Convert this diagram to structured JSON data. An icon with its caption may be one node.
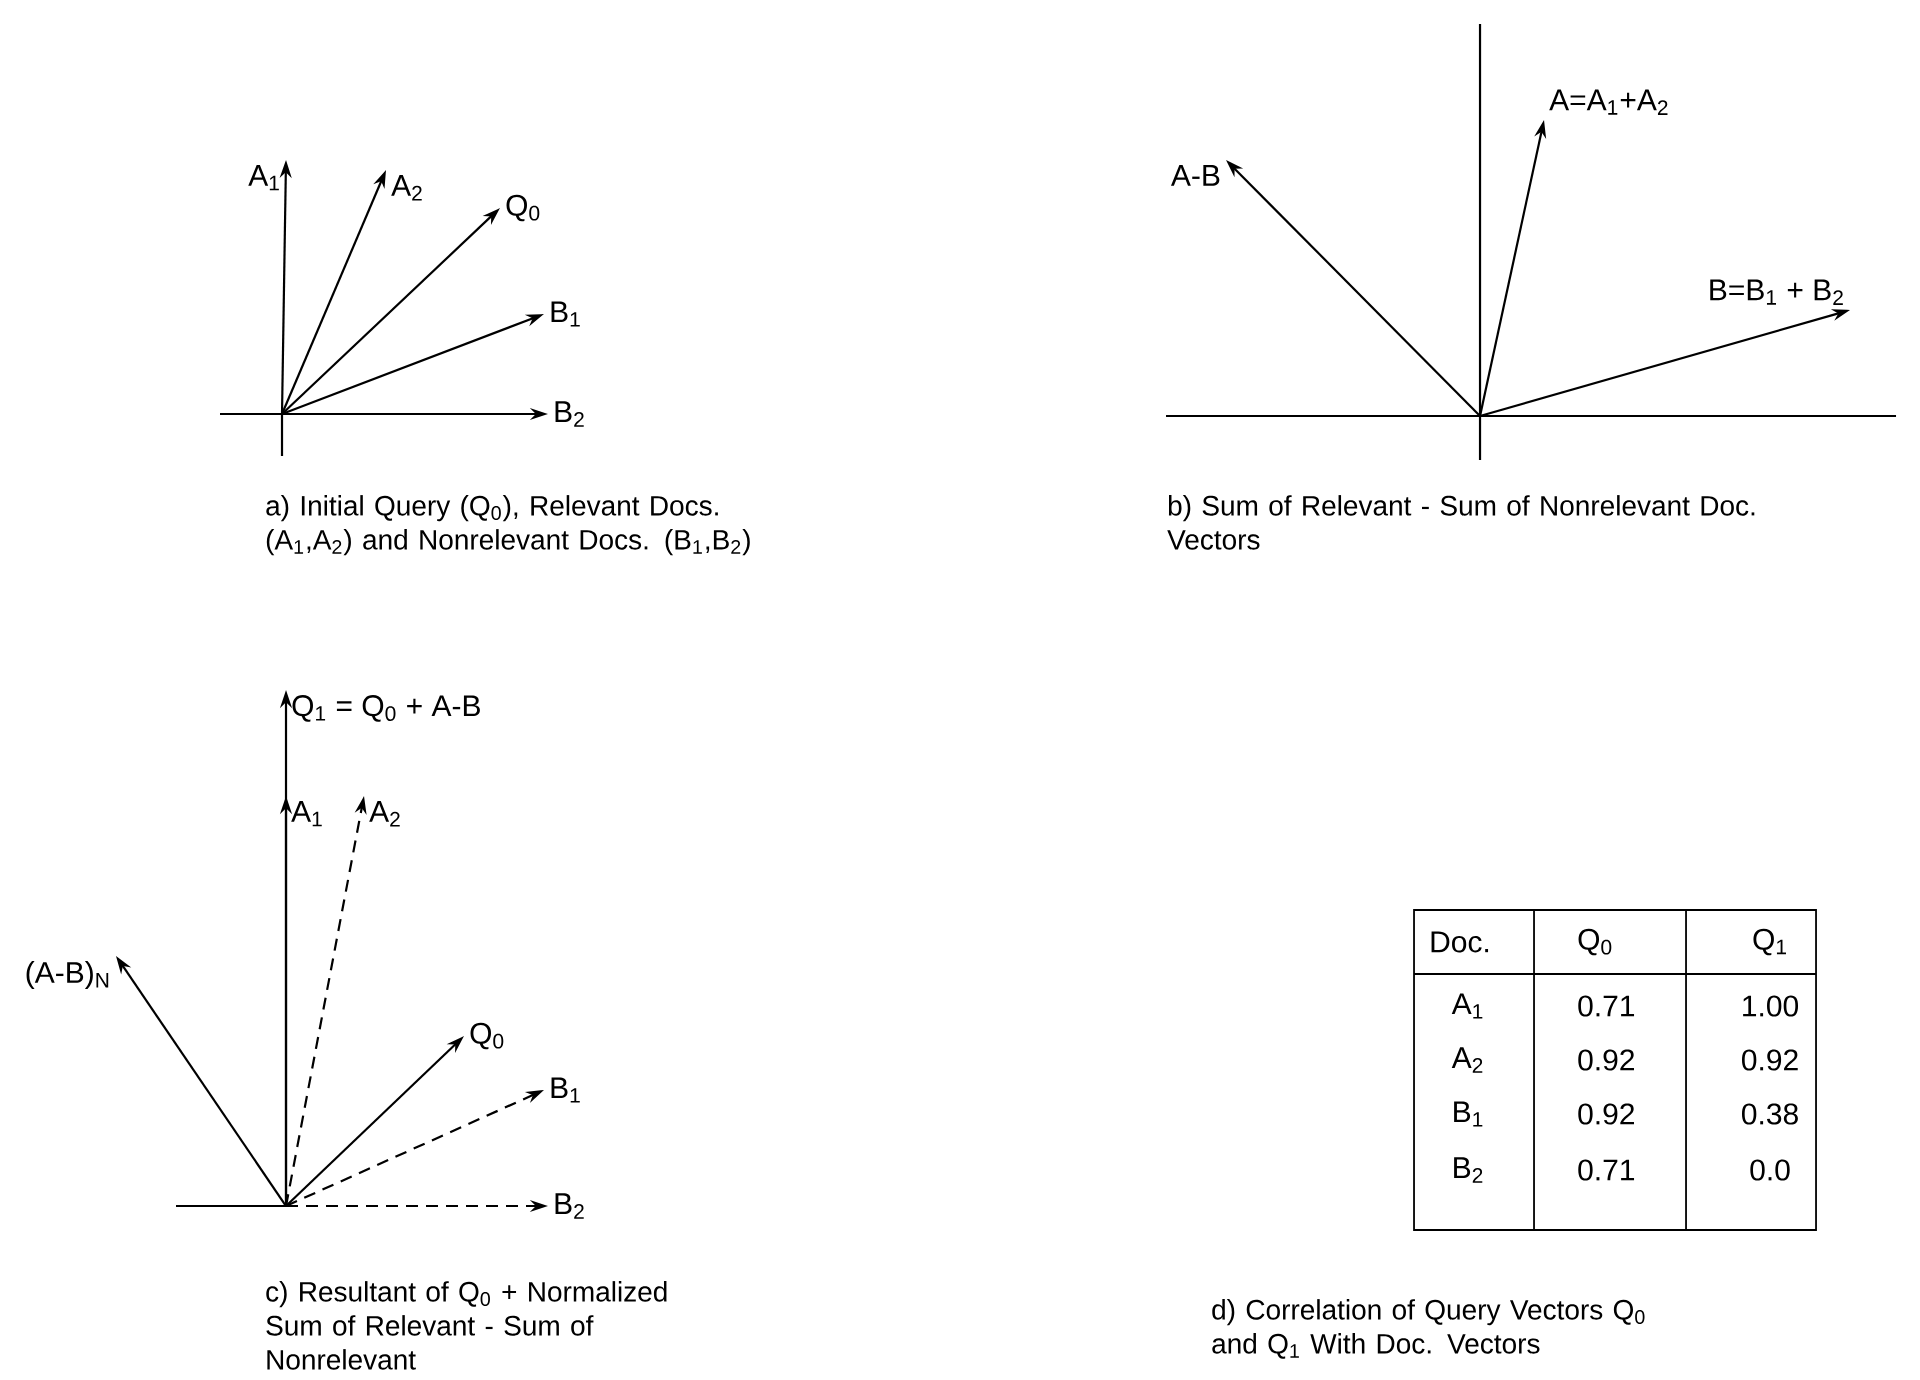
{
  "diagram": {
    "nodes": [
      {
        "text": [
          "A$_{1}$"
        ]
      },
      {
        "text": [
          "A$_{2}$"
        ]
      },
      {
        "text": [
          "Q$_{0}$"
        ]
      },
      {
        "text": [
          "B$_{1}$"
        ]
      },
      {
        "text": [
          "B$_{2}$"
        ]
      },
      {
        "text": [
          "A-B"
        ]
      },
      {
        "text": [
          "A=A$_{1}$+A$_{2}$"
        ]
      },
      {
        "text": [
          "B=B$_{1}$ + B$_{2}$"
        ]
      },
      {
        "text": [
          "Q$_{1}$ = Q$_{0}$ + A-B"
        ]
      },
      {
        "text": [
          "A$_{1}$"
        ]
      },
      {
        "text": [
          "A$_{2}$"
        ]
      },
      {
        "text": [
          "Q$_{0}$"
        ]
      },
      {
        "text": [
          "B$_{1}$"
        ]
      },
      {
        "text": [
          "B$_{2}$"
        ]
      },
      {
        "text": [
          "(A-B)$_{N}$"
        ]
      }
    ],
    "edges": [
      {
        "from": null,
        "to": 0,
        "arrow": "to"
      },
      {
        "from": null,
        "to": 1,
        "arrow": "to"
      },
      {
        "from": null,
        "to": 2,
        "arrow": "to"
      },
      {
        "from": null,
        "to": 3,
        "arrow": "to"
      },
      {
        "from": null,
        "to": 4,
        "arrow": "to"
      },
      {
        "from": null,
        "to": 5,
        "arrow": "to"
      },
      {
        "from": null,
        "to": 6,
        "arrow": "to"
      },
      {
        "from": null,
        "to": 7,
        "arrow": "to"
      },
      {
        "from": null,
        "to": 8,
        "arrow": "to"
      },
      {
        "from": null,
        "to": 9,
        "arrow": "to"
      },
      {
        "from": null,
        "to": 10,
        "arrow": "to",
        "style": "dashed"
      },
      {
        "from": null,
        "to": 11,
        "arrow": "to"
      },
      {
        "from": null,
        "to": 12,
        "arrow": "to",
        "style": "dashed"
      },
      {
        "from": null,
        "to": 13,
        "arrow": "to",
        "style": "dashed"
      },
      {
        "from": null,
        "to": 14,
        "arrow": "to"
      }
    ],
    "labels": [
      "a) Initial Query (Q$_{0}$), Relevant Docs. (A$_{1}$,A$_{2}$) and Nonrelevant Docs. (B$_{1}$,B$_{2}$)",
      "b) Sum of Relevant - Sum of Nonrelevant Doc. Vectors",
      "Doc.",
      "Q$_{0}$",
      "Q$_{1}$",
      "A$_{1}$",
      "0.71",
      "1.00",
      "A$_{2}$",
      "0.92",
      "0.92",
      "B$_{1}$",
      "0.92",
      "0.38",
      "B$_{2}$",
      "0.71",
      "0.0",
      "c) Resultant of Q$_{0}$ + Normalized Sum of Relevant - Sum of Nonrelevant",
      "d) Correlation of Query Vectors Q$_{0}$ and Q$_{1}$ With Doc. Vectors"
    ]
  }
}
